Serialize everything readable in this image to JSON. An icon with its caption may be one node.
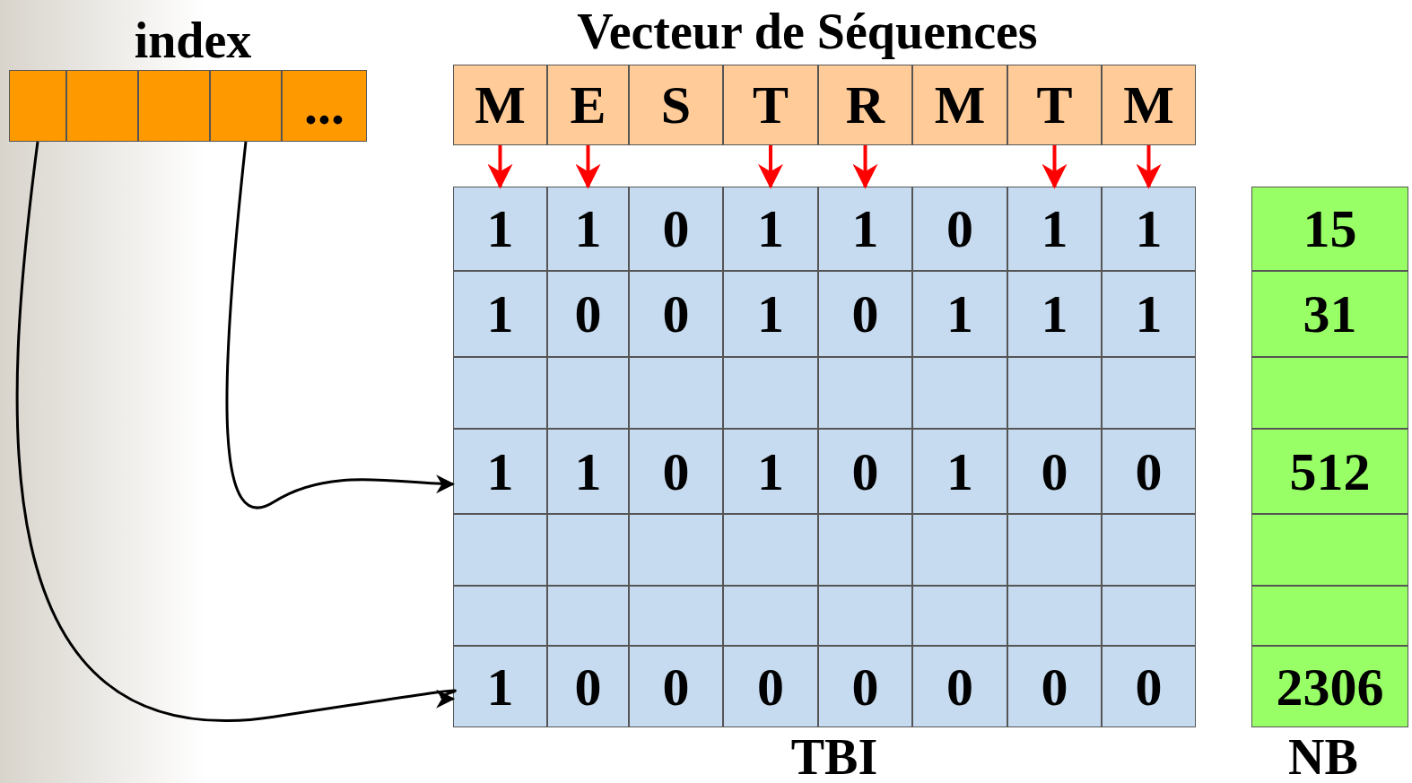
{
  "diagram": {
    "nodes": [
      {
        "text": [
          "index"
        ]
      },
      {
        "text": [],
        "shape": "box",
        "in": 0
      },
      {
        "text": [],
        "shape": "box",
        "in": 0
      },
      {
        "text": [],
        "shape": "box",
        "in": 0
      },
      {
        "text": [],
        "shape": "box",
        "in": 0
      },
      {
        "text": [
          "..."
        ],
        "in": 0
      },
      {
        "text": [
          "Vecteur de Séquences"
        ]
      },
      {
        "text": [
          "M"
        ],
        "in": 6
      },
      {
        "text": [
          "E"
        ],
        "in": 6
      },
      {
        "text": [
          "S"
        ],
        "in": 6
      },
      {
        "text": [
          "T"
        ],
        "in": 6
      },
      {
        "text": [
          "R"
        ],
        "in": 6
      },
      {
        "text": [
          "M"
        ],
        "in": 6
      },
      {
        "text": [
          "T"
        ],
        "in": 6
      },
      {
        "text": [
          "M"
        ],
        "in": 6
      },
      {
        "text": [
          "TBI"
        ]
      },
      {
        "text": [
          "1"
        ],
        "in": 15
      },
      {
        "text": [
          "1"
        ],
        "in": 15
      },
      {
        "text": [
          "0"
        ],
        "in": 15
      },
      {
        "text": [
          "1"
        ],
        "in": 15
      },
      {
        "text": [
          "1"
        ],
        "in": 15
      },
      {
        "text": [
          "0"
        ],
        "in": 15
      },
      {
        "text": [
          "1"
        ],
        "in": 15
      },
      {
        "text": [
          "1"
        ],
        "in": 15
      },
      {
        "text": [
          "1"
        ],
        "in": 15
      },
      {
        "text": [
          "0"
        ],
        "in": 15
      },
      {
        "text": [
          "0"
        ],
        "in": 15
      },
      {
        "text": [
          "1"
        ],
        "in": 15
      },
      {
        "text": [
          "0"
        ],
        "in": 15
      },
      {
        "text": [
          "1"
        ],
        "in": 15
      },
      {
        "text": [
          "1"
        ],
        "in": 15
      },
      {
        "text": [
          "1"
        ],
        "in": 15
      },
      {
        "text": [],
        "shape": "box",
        "in": 15
      },
      {
        "text": [],
        "shape": "box",
        "in": 15
      },
      {
        "text": [],
        "shape": "box",
        "in": 15
      },
      {
        "text": [],
        "shape": "box",
        "in": 15
      },
      {
        "text": [],
        "shape": "box",
        "in": 15
      },
      {
        "text": [],
        "shape": "box",
        "in": 15
      },
      {
        "text": [],
        "shape": "box",
        "in": 15
      },
      {
        "text": [],
        "shape": "box",
        "in": 15
      },
      {
        "text": [
          "1"
        ],
        "in": 15
      },
      {
        "text": [
          "1"
        ],
        "in": 15
      },
      {
        "text": [
          "0"
        ],
        "in": 15
      },
      {
        "text": [
          "1"
        ],
        "in": 15
      },
      {
        "text": [
          "0"
        ],
        "in": 15
      },
      {
        "text": [
          "1"
        ],
        "in": 15
      },
      {
        "text": [
          "0"
        ],
        "in": 15
      },
      {
        "text": [
          "0"
        ],
        "in": 15
      },
      {
        "text": [],
        "shape": "box",
        "in": 15
      },
      {
        "text": [],
        "shape": "box",
        "in": 15
      },
      {
        "text": [],
        "shape": "box",
        "in": 15
      },
      {
        "text": [],
        "shape": "box",
        "in": 15
      },
      {
        "text": [],
        "shape": "box",
        "in": 15
      },
      {
        "text": [],
        "shape": "box",
        "in": 15
      },
      {
        "text": [],
        "shape": "box",
        "in": 15
      },
      {
        "text": [],
        "shape": "box",
        "in": 15
      },
      {
        "text": [],
        "shape": "box",
        "in": 15
      },
      {
        "text": [],
        "shape": "box",
        "in": 15
      },
      {
        "text": [],
        "shape": "box",
        "in": 15
      },
      {
        "text": [],
        "shape": "box",
        "in": 15
      },
      {
        "text": [],
        "shape": "box",
        "in": 15
      },
      {
        "text": [],
        "shape": "box",
        "in": 15
      },
      {
        "text": [],
        "shape": "box",
        "in": 15
      },
      {
        "text": [],
        "shape": "box",
        "in": 15
      },
      {
        "text": [
          "1"
        ],
        "in": 15
      },
      {
        "text": [
          "0"
        ],
        "in": 15
      },
      {
        "text": [
          "0"
        ],
        "in": 15
      },
      {
        "text": [
          "0"
        ],
        "in": 15
      },
      {
        "text": [
          "0"
        ],
        "in": 15
      },
      {
        "text": [
          "0"
        ],
        "in": 15
      },
      {
        "text": [
          "0"
        ],
        "in": 15
      },
      {
        "text": [
          "0"
        ],
        "in": 15
      },
      {
        "text": [
          "NB"
        ]
      },
      {
        "text": [
          "15"
        ],
        "in": 72
      },
      {
        "text": [
          "31"
        ],
        "in": 72
      },
      {
        "text": [],
        "shape": "box",
        "in": 72
      },
      {
        "text": [
          "512"
        ],
        "in": 72
      },
      {
        "text": [],
        "shape": "box",
        "in": 72
      },
      {
        "text": [],
        "shape": "box",
        "in": 72
      },
      {
        "text": [
          "2306"
        ],
        "in": 72
      }
    ],
    "edges": [
      {
        "from": 7,
        "to": 16,
        "arrow": "to"
      },
      {
        "from": 8,
        "to": 17,
        "arrow": "to"
      },
      {
        "from": 10,
        "to": 19,
        "arrow": "to"
      },
      {
        "from": 11,
        "to": 20,
        "arrow": "to"
      },
      {
        "from": 13,
        "to": 22,
        "arrow": "to"
      },
      {
        "from": 14,
        "to": 23,
        "arrow": "to"
      },
      {
        "from": 1,
        "to": 64,
        "arrow": "to",
        "color": "#000000"
      },
      {
        "from": 4,
        "to": 40,
        "arrow": "to",
        "color": "#000000"
      }
    ]
  }
}
